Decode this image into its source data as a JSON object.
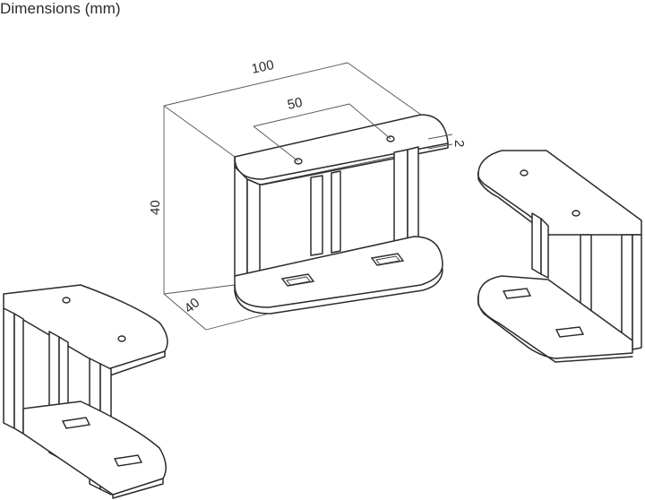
{
  "title": "Dimensions (mm)",
  "dimensions": {
    "width": "100",
    "hole_spacing": "50",
    "height": "40",
    "depth": "40",
    "thickness": "2"
  }
}
